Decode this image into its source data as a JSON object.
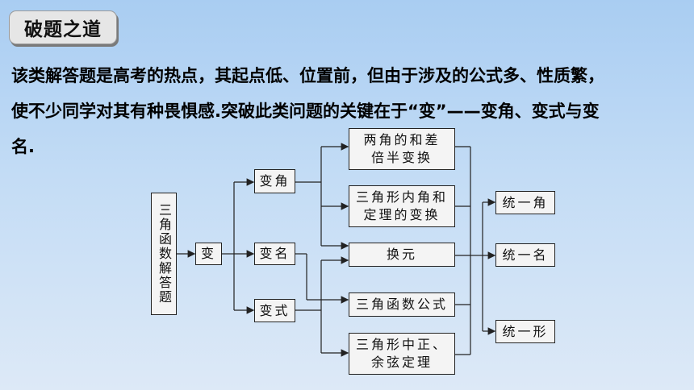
{
  "header": {
    "title": "破题之道"
  },
  "intro": {
    "line1": "该类解答题是高考的热点，其起点低、位置前，但由于涉及的公式多、性质繁，",
    "line2": "使不少同学对其有种畏惧感.突破此类问题的关键在于“变”——变角、变式与变",
    "line3": "名."
  },
  "diagram": {
    "root": "三角函数解答题",
    "change": "变",
    "methods": [
      "变角",
      "变名",
      "变式"
    ],
    "tools": [
      [
        "两角的和差",
        "倍半变换"
      ],
      [
        "三角形内角和",
        "定理的变换"
      ],
      [
        "换元"
      ],
      [
        "三角函数公式"
      ],
      [
        "三角形中正、",
        "余弦定理"
      ]
    ],
    "goals": [
      "统一角",
      "统一名",
      "统一形"
    ]
  }
}
